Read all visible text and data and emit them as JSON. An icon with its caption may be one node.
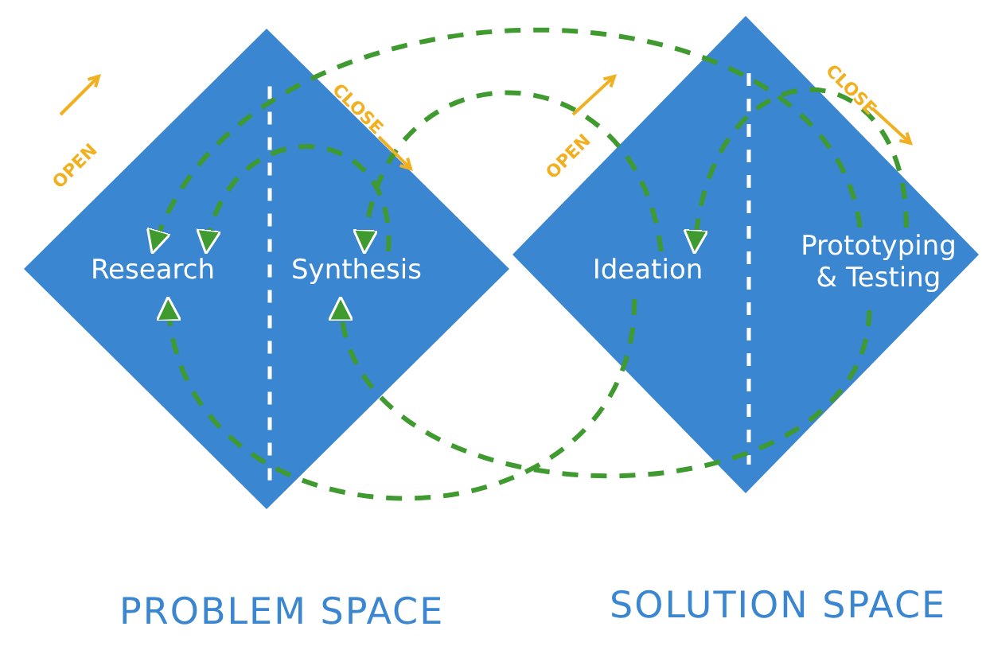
{
  "diagram": {
    "nodes": [
      {
        "text": [],
        "shape": "diamond",
        "beside": [
          "PROBLEM SPACE"
        ]
      },
      {
        "text": [
          "Research"
        ],
        "in": 0
      },
      {
        "text": [
          "Synthesis"
        ],
        "in": 0
      },
      {
        "text": [],
        "shape": "diamond",
        "beside": [
          "SOLUTION SPACE"
        ]
      },
      {
        "text": [
          "Ideation"
        ],
        "in": 3
      },
      {
        "text": [
          "Prototyping & Testing"
        ],
        "in": 3
      }
    ],
    "edges": [
      {
        "from": 2,
        "to": 1,
        "arrow": "to",
        "style": "dashed"
      },
      {
        "from": 5,
        "to": 1,
        "arrow": "to",
        "style": "dashed"
      },
      {
        "from": 4,
        "to": 2,
        "arrow": "to",
        "style": "dashed"
      },
      {
        "from": 5,
        "to": 4,
        "arrow": "to",
        "style": "dashed"
      },
      {
        "from": 4,
        "to": 1,
        "arrow": "to",
        "style": "dashed"
      },
      {
        "from": 5,
        "to": 2,
        "arrow": "to",
        "style": "dashed"
      }
    ],
    "labels": [
      "OPEN",
      "CLOSE",
      "OPEN",
      "CLOSE"
    ]
  }
}
